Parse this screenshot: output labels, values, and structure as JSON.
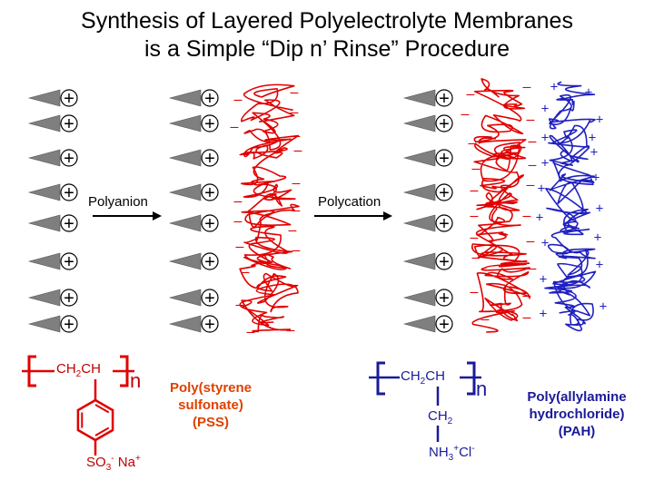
{
  "title": {
    "line1": "Synthesis of Layered Polyelectrolyte Membranes",
    "line2": "is a Simple “Dip n’ Rinse” Procedure"
  },
  "arrows": {
    "first": "Polyanion",
    "second": "Polycation"
  },
  "pss": {
    "name_line1": "Poly(styrene",
    "name_line2": "sulfonate)",
    "name_line3": "(PSS)",
    "backbone": "CH2CH",
    "repeat": "n",
    "group_main": "SO3",
    "group_sub": "3",
    "group_charge": "-",
    "counter_ion": "Na",
    "counter_charge": "+"
  },
  "pah": {
    "name_line1": "Poly(allylamine",
    "name_line2": "hydrochloride)",
    "name_line3": "(PAH)",
    "backbone": "CH2CH",
    "repeat": "n",
    "side_chain": "CH2",
    "amine": "NH3",
    "amine_charge": "+",
    "counter_ion": "Cl",
    "counter_charge": "-"
  },
  "colors": {
    "anion": "#e00000",
    "cation": "#2020c0",
    "substrate": "#7f7f7f"
  },
  "symbols": {
    "plus": "+",
    "minus": "–"
  }
}
